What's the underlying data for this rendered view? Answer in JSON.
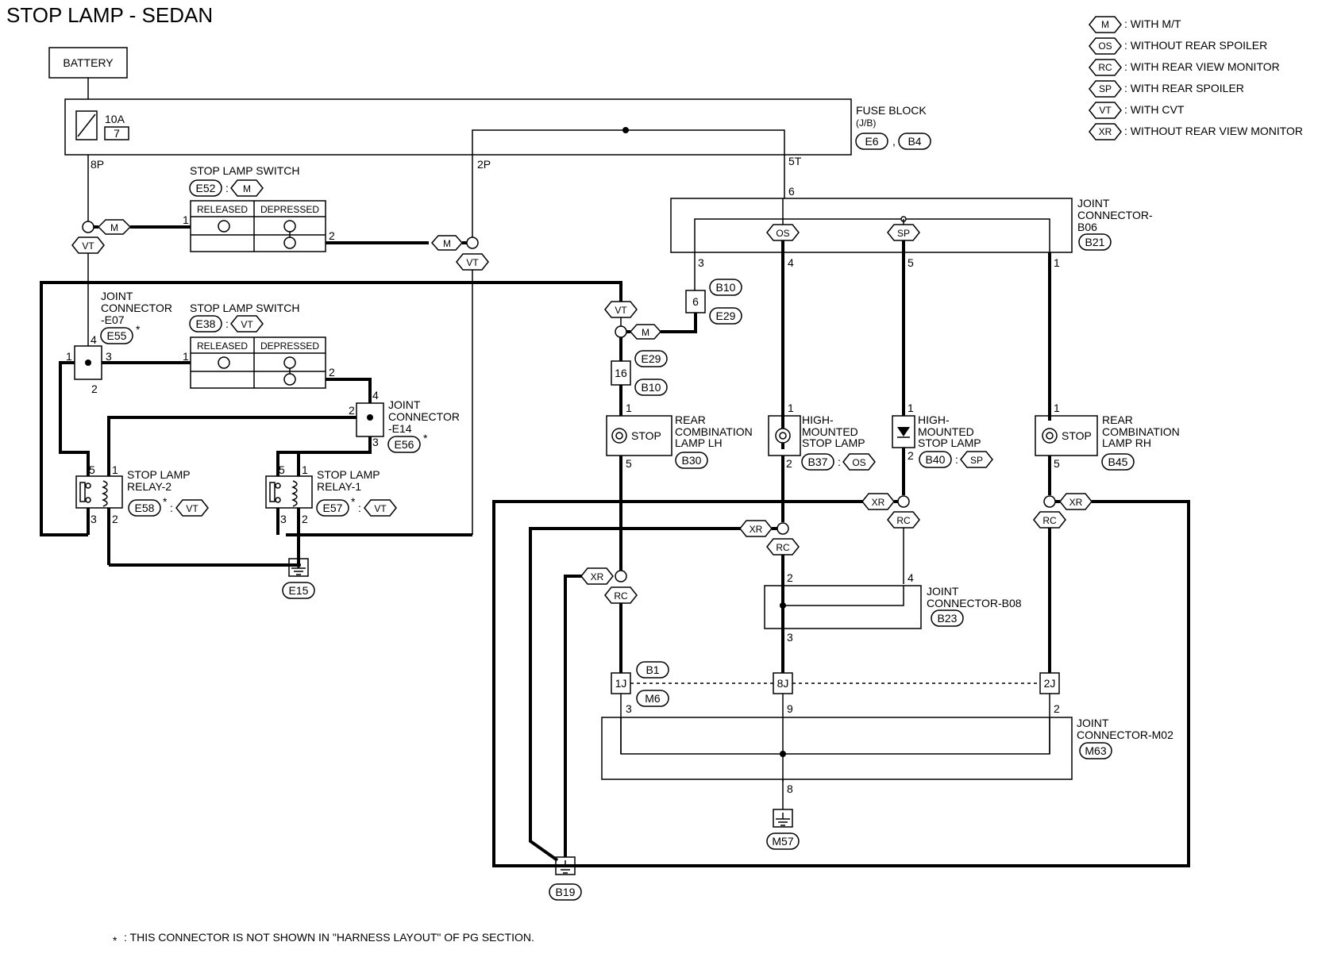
{
  "title": "STOP LAMP - SEDAN",
  "legend": [
    {
      "code": "M",
      "text": ": WITH M/T"
    },
    {
      "code": "OS",
      "text": ": WITHOUT REAR SPOILER"
    },
    {
      "code": "RC",
      "text": ": WITH REAR VIEW MONITOR"
    },
    {
      "code": "SP",
      "text": ": WITH REAR SPOILER"
    },
    {
      "code": "VT",
      "text": ": WITH CVT"
    },
    {
      "code": "XR",
      "text": ": WITHOUT REAR VIEW MONITOR"
    }
  ],
  "battery": "BATTERY",
  "fuse": {
    "amp": "10A",
    "num": "7",
    "label1": "FUSE BLOCK",
    "label2": "(J/B)",
    "conn1": "E6",
    "conn2": "B4",
    "pin_8p": "8P",
    "pin_2p": "2P",
    "pin_5t": "5T"
  },
  "sw1": {
    "title": "STOP LAMP SWITCH",
    "conn": "E52",
    "code": "M",
    "released": "RELEASED",
    "depressed": "DEPRESSED",
    "pin1": "1",
    "pin2": "2"
  },
  "sw2": {
    "title": "STOP LAMP SWITCH",
    "conn": "E38",
    "code": "VT",
    "released": "RELEASED",
    "depressed": "DEPRESSED",
    "pin1": "1",
    "pin2": "2"
  },
  "jc_e07": {
    "l1": "JOINT",
    "l2": "CONNECTOR",
    "l3": "-E07",
    "conn": "E55",
    "star": "*",
    "p1": "1",
    "p2": "2",
    "p3": "3",
    "p4": "4"
  },
  "jc_e14": {
    "l1": "JOINT",
    "l2": "CONNECTOR",
    "l3": "-E14",
    "conn": "E56",
    "star": "*",
    "p2": "2",
    "p3": "3",
    "p4": "4"
  },
  "relay2": {
    "l1": "STOP LAMP",
    "l2": "RELAY-2",
    "conn": "E58",
    "star": "*",
    "sep": ":",
    "code": "VT",
    "p1": "1",
    "p2": "2",
    "p3": "3",
    "p5": "5"
  },
  "relay1": {
    "l1": "STOP LAMP",
    "l2": "RELAY-1",
    "conn": "E57",
    "star": "*",
    "sep": ":",
    "code": "VT",
    "p1": "1",
    "p2": "2",
    "p3": "3",
    "p5": "5"
  },
  "ground_e15": "E15",
  "jc_b06": {
    "l1": "JOINT",
    "l2": "CONNECTOR-",
    "l3": "B06",
    "conn": "B21",
    "p1": "1",
    "p3": "3",
    "p4": "4",
    "p5": "5",
    "p6": "6"
  },
  "conn_b10_a": {
    "pin": "6",
    "c1": "B10",
    "c2": "E29"
  },
  "conn_e29_b": {
    "pin": "16",
    "c1": "E29",
    "c2": "B10"
  },
  "lamp_lh": {
    "inner": "STOP",
    "l1": "REAR",
    "l2": "COMBINATION",
    "l3": "LAMP LH",
    "conn": "B30",
    "p1": "1",
    "p5": "5"
  },
  "hmsl_os": {
    "l1": "HIGH-",
    "l2": "MOUNTED",
    "l3": "STOP LAMP",
    "conn": "B37",
    "sep": ":",
    "code": "OS",
    "p1": "1",
    "p2": "2"
  },
  "hmsl_sp": {
    "l1": "HIGH-",
    "l2": "MOUNTED",
    "l3": "STOP LAMP",
    "conn": "B40",
    "sep": ":",
    "code": "SP",
    "p1": "1",
    "p2": "2"
  },
  "lamp_rh": {
    "inner": "STOP",
    "l1": "REAR",
    "l2": "COMBINATION",
    "l3": "LAMP RH",
    "conn": "B45",
    "p1": "1",
    "p5": "5"
  },
  "jc_b08": {
    "l1": "JOINT",
    "l2": "CONNECTOR-B08",
    "conn": "B23",
    "p2": "2",
    "p3": "3",
    "p4": "4"
  },
  "harness": {
    "c1": "B1",
    "c2": "M6",
    "j1": "1J",
    "j2": "8J",
    "j3": "2J"
  },
  "jc_m02": {
    "l1": "JOINT",
    "l2": "CONNECTOR-M02",
    "conn": "M63",
    "p2": "2",
    "p3": "3",
    "p8": "8",
    "p9": "9"
  },
  "ground_m57": "M57",
  "ground_b19": "B19",
  "codes": {
    "M": "M",
    "VT": "VT",
    "OS": "OS",
    "SP": "SP",
    "XR": "XR",
    "RC": "RC"
  },
  "footnote_star": "*",
  "footnote": ": THIS CONNECTOR IS NOT SHOWN IN \"HARNESS LAYOUT\" OF PG SECTION."
}
